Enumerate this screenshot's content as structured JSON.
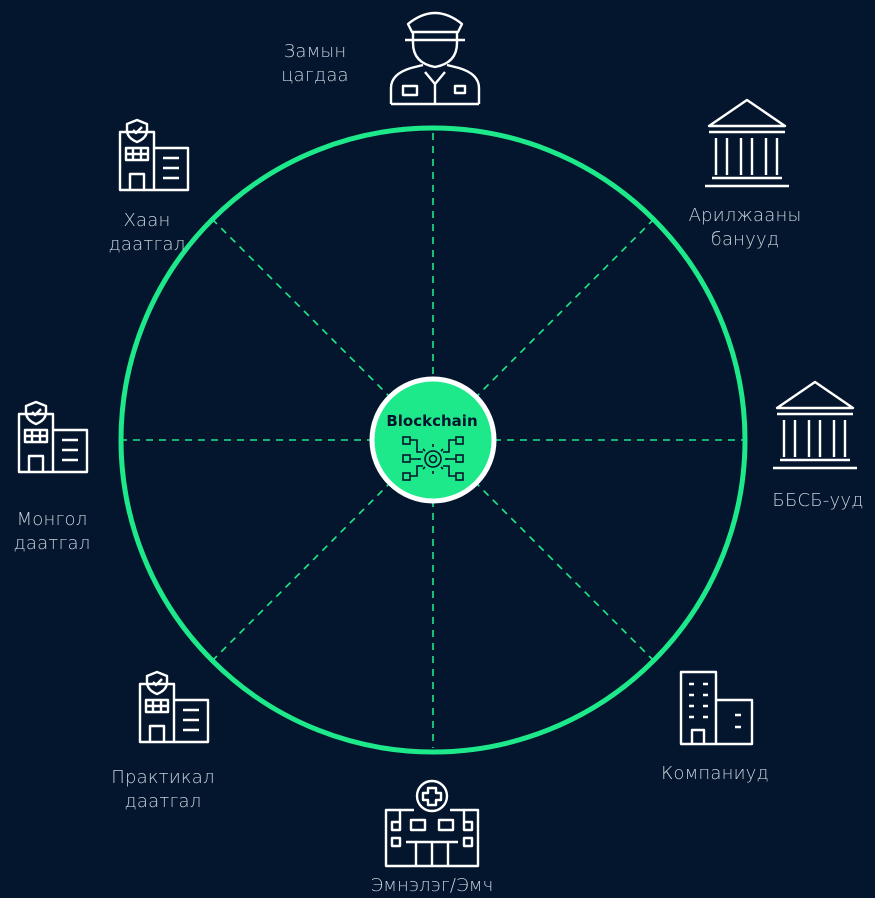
{
  "colors": {
    "background": "#03162d",
    "ring": "#1de98b",
    "icon": "#ffffff",
    "label": "#c9d1db",
    "center_fill": "#1de98b",
    "center_border": "#ffffff"
  },
  "center": {
    "title": "Blockchain",
    "icon": "network-gear-icon"
  },
  "nodes": [
    {
      "id": "police",
      "label": "Замын\nцагдаа",
      "icon": "police-officer-icon"
    },
    {
      "id": "banks",
      "label": "Арилжааны\nбанууд",
      "icon": "bank-building-icon"
    },
    {
      "id": "nbfi",
      "label": "ББСБ-ууд",
      "icon": "bank-building-icon"
    },
    {
      "id": "companies",
      "label": "Компаниуд",
      "icon": "office-building-icon"
    },
    {
      "id": "hospital",
      "label": "Эмнэлэг/Эмч",
      "icon": "hospital-icon"
    },
    {
      "id": "practical",
      "label": "Практикал\nдаатгал",
      "icon": "insurance-building-icon"
    },
    {
      "id": "mongol",
      "label": "Монгол\nдаатгал",
      "icon": "insurance-building-icon"
    },
    {
      "id": "khaan",
      "label": "Хаан\nдаатгал",
      "icon": "insurance-building-icon"
    }
  ]
}
